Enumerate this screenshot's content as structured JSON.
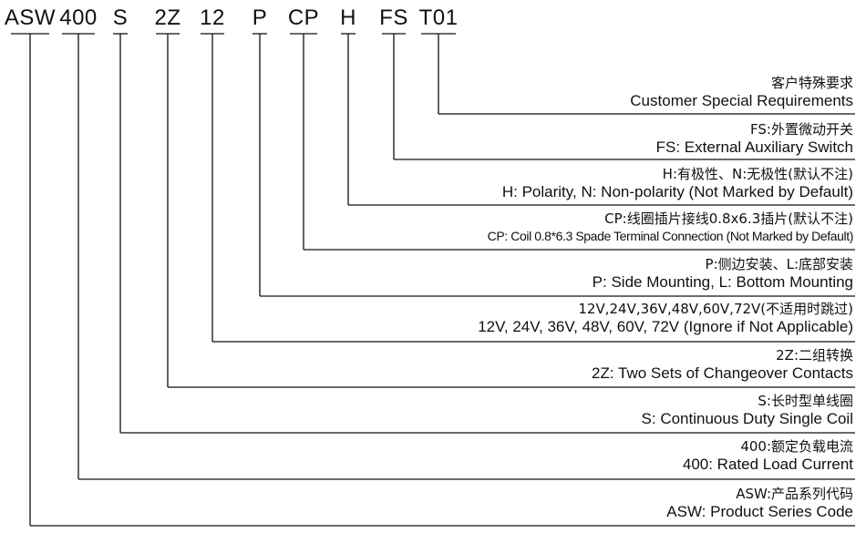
{
  "code_parts": [
    {
      "id": "asw",
      "text": "ASW"
    },
    {
      "id": "400",
      "text": "400"
    },
    {
      "id": "s",
      "text": "S"
    },
    {
      "id": "2z",
      "text": "2Z"
    },
    {
      "id": "12",
      "text": "12"
    },
    {
      "id": "p",
      "text": "P"
    },
    {
      "id": "cp",
      "text": "CP"
    },
    {
      "id": "h",
      "text": "H"
    },
    {
      "id": "fs",
      "text": "FS"
    },
    {
      "id": "t01",
      "text": "T01"
    }
  ],
  "descriptions": [
    {
      "id": "t01",
      "cn": "客户特殊要求",
      "en": "Customer Special Requirements"
    },
    {
      "id": "fs",
      "cn": "FS:外置微动开关",
      "en": "FS: External Auxiliary Switch"
    },
    {
      "id": "h",
      "cn": "H:有极性、N:无极性(默认不注)",
      "en": "H: Polarity, N: Non-polarity (Not Marked by Default)"
    },
    {
      "id": "cp",
      "cn": "CP:线圈插片接线0.8x6.3插片(默认不注)",
      "en": "CP: Coil 0.8*6.3 Spade Terminal Connection (Not Marked by Default)"
    },
    {
      "id": "p",
      "cn": "P:侧边安装、L:底部安装",
      "en": "P: Side Mounting, L: Bottom Mounting"
    },
    {
      "id": "12",
      "cn": "12V,24V,36V,48V,60V,72V(不适用时跳过)",
      "en": "12V, 24V, 36V, 48V, 60V, 72V (Ignore if Not Applicable)"
    },
    {
      "id": "2z",
      "cn": "2Z:二组转换",
      "en": "2Z: Two Sets of Changeover Contacts"
    },
    {
      "id": "s",
      "cn": "S:长时型单线圈",
      "en": "S: Continuous Duty Single Coil"
    },
    {
      "id": "400",
      "cn": "400:额定负载电流",
      "en": "400: Rated Load Current"
    },
    {
      "id": "asw",
      "cn": "ASW:产品系列代码",
      "en": "ASW: Product Series Code"
    }
  ]
}
